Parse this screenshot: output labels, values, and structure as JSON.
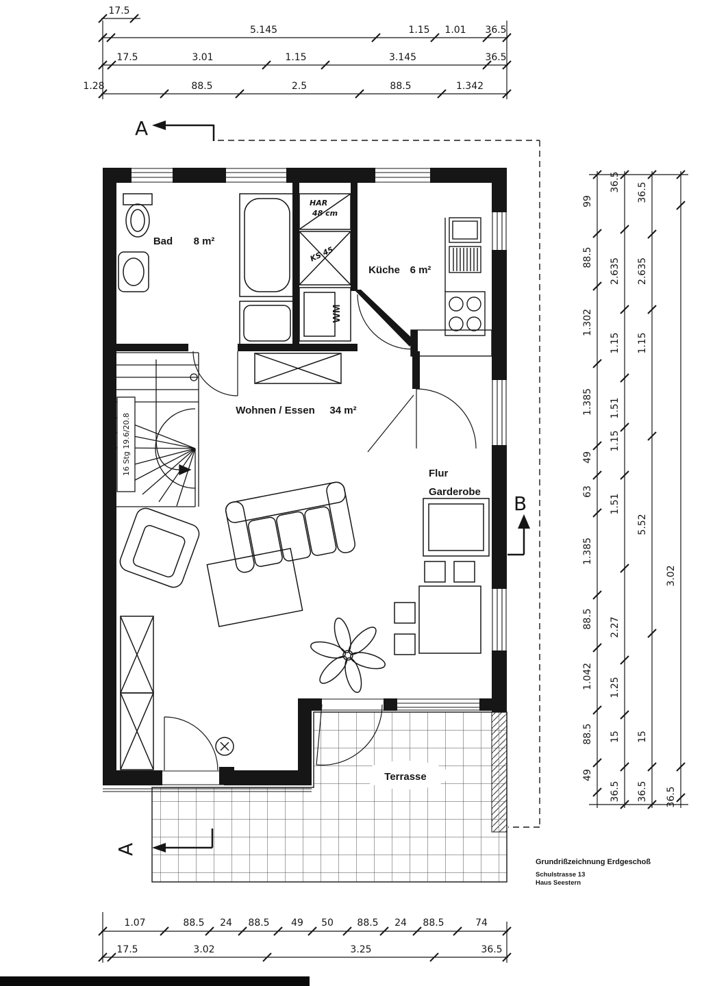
{
  "ink_color": "#161616",
  "title_block": {
    "line1": "Grundrißzeichnung Erdgeschoß",
    "line2": "Schulstrasse 13",
    "line3": "Haus Seestern"
  },
  "rooms": {
    "bad": {
      "name": "Bad",
      "area": "8 m²"
    },
    "kueche": {
      "name": "Küche",
      "area": "6 m²"
    },
    "wohnen": {
      "name": "Wohnen / Essen",
      "area": "34 m²"
    },
    "flur": {
      "name": "Flur"
    },
    "garderobe": {
      "name": "Garderobe"
    },
    "terrasse": {
      "name": "Terrasse"
    }
  },
  "fixtures": {
    "stairs_note": "16 Stg 19.6/20.8",
    "wm": "WM",
    "har": "HAR",
    "har_size": "48 cm",
    "shower_note": "KS 45"
  },
  "sections": {
    "a_top": "A",
    "a_bottom": "A",
    "b": "B"
  },
  "dimensions": {
    "top_row0": [
      "17.5"
    ],
    "top_row1": [
      "5.145",
      "1.15",
      "1.01",
      "36.5"
    ],
    "top_row2": [
      "17.5",
      "3.01",
      "1.15",
      "3.145",
      "36.5"
    ],
    "top_row3": [
      "1.28",
      "88.5",
      "2.5",
      "88.5",
      "1.342"
    ],
    "right_col1": [
      "99",
      "88.5",
      "1.302",
      "1.385",
      "49",
      "63",
      "1.385",
      "88.5",
      "1.042",
      "88.5",
      "49"
    ],
    "right_col2": [
      "36.5",
      "2.635",
      "1.15",
      "1.51",
      "1.15",
      "1.51",
      "2.27",
      "1.25",
      "15",
      "36.5"
    ],
    "right_col3": [
      "36.5",
      "2.635",
      "1.15",
      "5.52",
      "15",
      "36.5"
    ],
    "right_col4": [
      "3.02",
      "36.5"
    ],
    "bottom_row1": [
      "1.07",
      "88.5",
      "24",
      "88.5",
      "49",
      "50",
      "88.5",
      "24",
      "88.5",
      "74"
    ],
    "bottom_row2": [
      "17.5",
      "3.02",
      "3.25",
      "36.5"
    ]
  }
}
